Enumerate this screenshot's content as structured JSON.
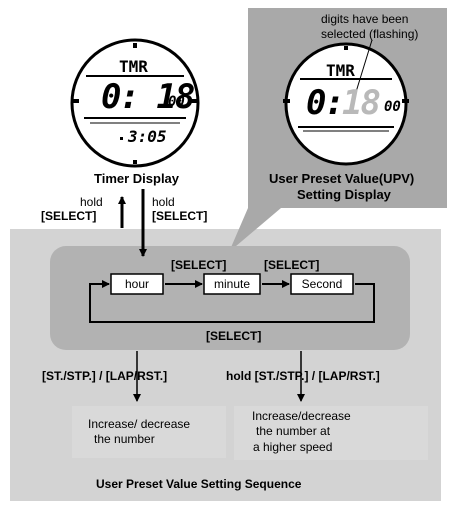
{
  "timer_watch": {
    "mode": "TMR",
    "main_time": "0: 18",
    "main_hundredths": "00",
    "sub_time": "3:05",
    "caption": "Timer Display"
  },
  "upv_watch": {
    "mode": "TMR",
    "digits_static": "0:",
    "digits_flashing": "18",
    "digits_tail": "00",
    "annotation_line1": "digits have been",
    "annotation_line2": "selected (flashing)",
    "caption_line1": "User Preset Value(UPV)",
    "caption_line2": "Setting Display"
  },
  "transitions": {
    "hold_up_line1": "hold",
    "hold_up_line2": "[SELECT]",
    "hold_down_line1": "hold",
    "hold_down_line2": "[SELECT]"
  },
  "sequence": {
    "steps": [
      "hour",
      "minute",
      "Second"
    ],
    "select_label_1": "[SELECT]",
    "select_label_2": "[SELECT]",
    "select_label_loop": "[SELECT]",
    "left_button": "[ST./STP.] / [LAP/RST.]",
    "right_button": "hold [ST./STP.] / [LAP/RST.]",
    "left_result_line1": "Increase/ decrease",
    "left_result_line2": "the number",
    "right_result_line1": "Increase/decrease",
    "right_result_line2": "the number at",
    "right_result_line3": "a higher speed",
    "title": "User Preset Value Setting Sequence"
  },
  "colors": {
    "panel_outer": "#d3d3d3",
    "panel_inner": "#b2b2b2",
    "upv_panel": "#a9a9a9",
    "result_box": "#d9d9d9",
    "flashing_digits": "#b9b9b9"
  }
}
